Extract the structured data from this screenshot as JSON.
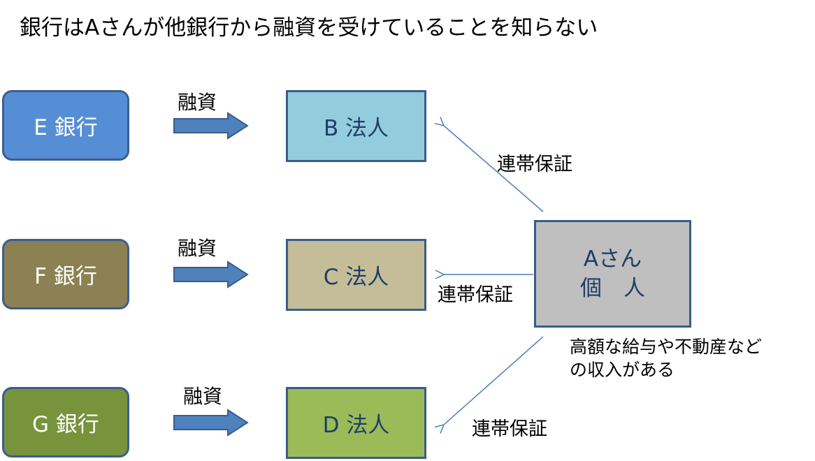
{
  "title": "銀行はAさんが他銀行から融資を受けていることを知らない",
  "banks": [
    {
      "label": "E 銀行",
      "color": "#558ed5"
    },
    {
      "label": "F 銀行",
      "color": "#8b8152"
    },
    {
      "label": "G 銀行",
      "color": "#77933c"
    }
  ],
  "loan_label": "融資",
  "corporations": [
    {
      "label": "B 法人",
      "color": "#93cddd"
    },
    {
      "label": "C 法人",
      "color": "#c4bd97"
    },
    {
      "label": "D 法人",
      "color": "#9bbb59"
    }
  ],
  "person": {
    "line1": "Aさん",
    "line2": "個　人",
    "color": "#bfbfbf"
  },
  "guarantee_label": "連帯保証",
  "note": {
    "line1": "高額な給与や不動産など",
    "line2": "の収入がある"
  },
  "colors": {
    "arrow_fill": "#4f81bd",
    "arrow_stroke": "#385d8a",
    "line": "#4a7ebb",
    "corp_text": "#1f3e66"
  }
}
